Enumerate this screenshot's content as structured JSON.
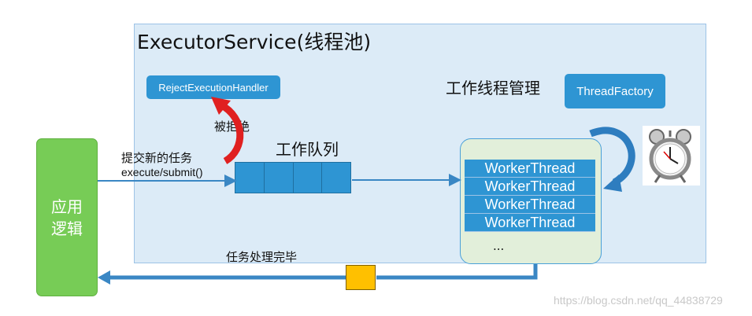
{
  "service": {
    "title": "ExecutorService(线程池)"
  },
  "reject_handler": {
    "label": "RejectExecutionHandler"
  },
  "thread_factory": {
    "label": "ThreadFactory"
  },
  "labels": {
    "thread_management": "工作线程管理",
    "work_queue": "工作队列",
    "rejected": "被拒绝",
    "submit_task": "提交新的任务",
    "submit_method": "execute/submit()",
    "task_done": "任务处理完毕"
  },
  "app_logic": {
    "line1": "应用",
    "line2": "逻辑"
  },
  "queue": {
    "slots": 4
  },
  "workers": [
    "WorkerThread",
    "WorkerThread",
    "WorkerThread",
    "WorkerThread"
  ],
  "pool": {
    "more": "..."
  },
  "watermark": "https://blog.csdn.net/qq_44838729",
  "colors": {
    "service_bg": "#dcebf7",
    "blue": "#2e95d3",
    "app_green": "#77cc56",
    "pool_bg": "#e2efda",
    "reject_arrow": "#e02020",
    "result_box": "#ffc000"
  },
  "icons": [
    "alarm-clock-icon",
    "reject-arrow-icon",
    "recycle-arrow-icon"
  ]
}
